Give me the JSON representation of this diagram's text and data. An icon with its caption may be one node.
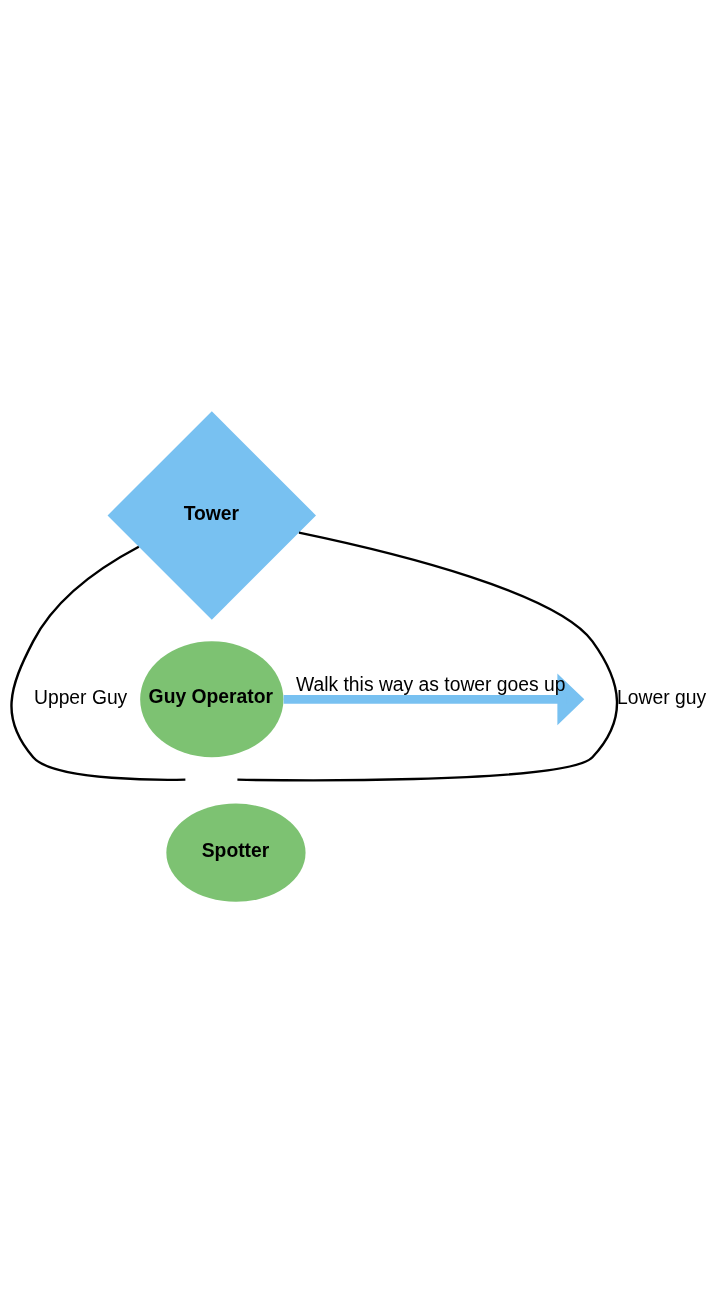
{
  "diagram": {
    "nodes": [
      {
        "text": [
          "Tower"
        ]
      },
      {
        "text": [
          "Guy Operator"
        ]
      },
      {
        "text": [
          "Spotter"
        ]
      }
    ],
    "edges": [
      {
        "from": 0,
        "to": null,
        "arrow": "none",
        "label": "Lower guy"
      },
      {
        "from": 0,
        "to": null,
        "arrow": "none",
        "label": "Upper Guy"
      },
      {
        "from": 1,
        "to": null,
        "arrow": "to",
        "label": "Walk this way as tower goes up",
        "style": "thick",
        "color": "#78c1f1"
      }
    ]
  }
}
